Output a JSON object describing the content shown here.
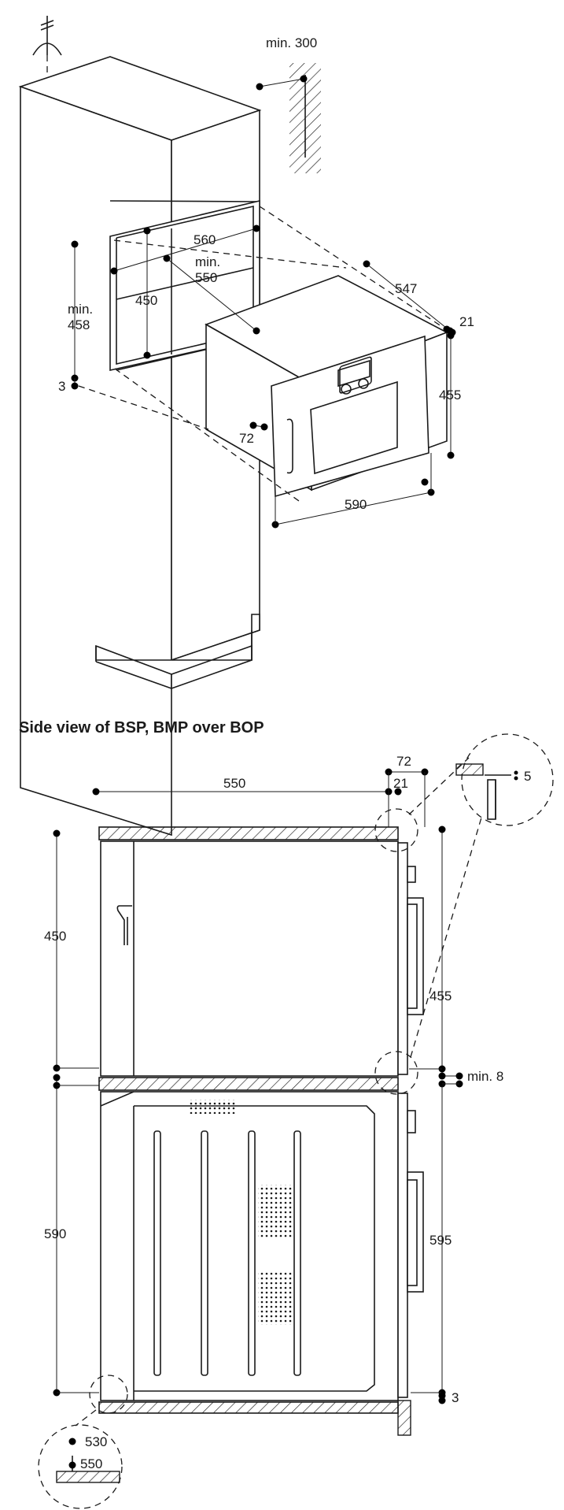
{
  "top_view": {
    "dims": {
      "min300": "min. 300",
      "d560": "560",
      "min550_a": "min.",
      "min550_b": "550",
      "d450": "450",
      "min458_a": "min.",
      "min458_b": "458",
      "d3": "3",
      "d547": "547",
      "d21": "21",
      "d455": "455",
      "d72": "72",
      "d590": "590"
    }
  },
  "side_view": {
    "title": "Side view of BSP, BMP over BOP",
    "dims": {
      "d72": "72",
      "d21": "21",
      "d550": "550",
      "d5": "5",
      "d450": "450",
      "d455": "455",
      "min8": "min. 8",
      "d590": "590",
      "d595": "595",
      "d3": "3",
      "d530": "530",
      "d550b": "550"
    }
  },
  "colors": {
    "line": "#1a1a1a",
    "background": "#ffffff"
  }
}
